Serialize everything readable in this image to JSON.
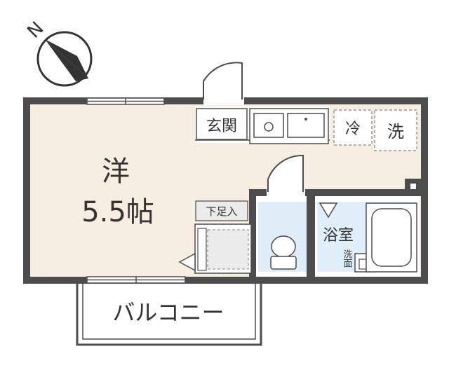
{
  "compass": {
    "label": "N",
    "icon": "compass-north-icon"
  },
  "rooms": {
    "western_room": {
      "label": "洋",
      "size": "5.5帖"
    },
    "entrance": "玄関",
    "refrigerator": "冷",
    "washer": "洗",
    "shoe_storage": "下足入",
    "bathroom": "浴室",
    "washbasin": "洗面",
    "balcony": "バルコニー"
  },
  "colors": {
    "wall": "#4d4d4d",
    "room_floor": "#f7eee2",
    "toilet_floor": "#deedf7",
    "bath_floor": "#dfeef8",
    "closet_floor": "#ebebeb"
  }
}
